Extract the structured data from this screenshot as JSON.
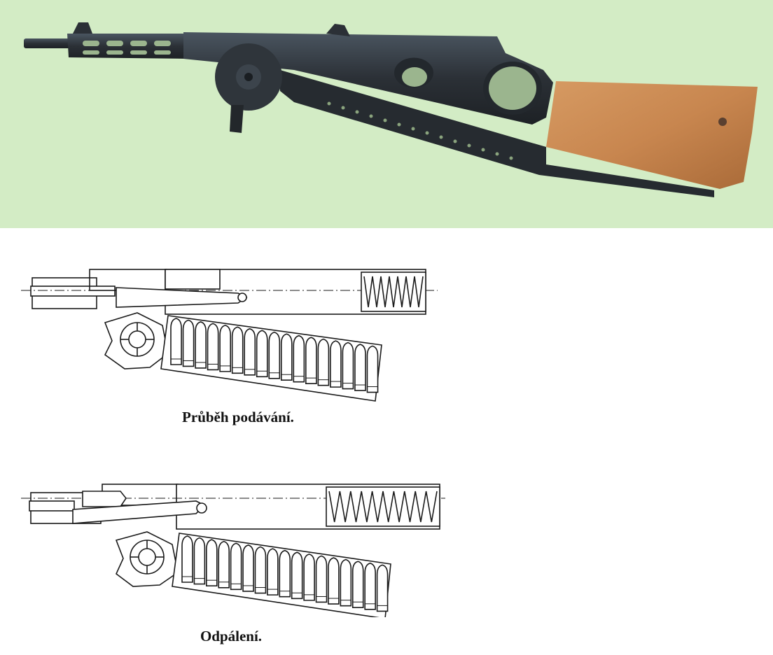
{
  "captions": {
    "feeding": "Průběh podávání.",
    "firing": "Odpálení."
  },
  "colors": {
    "photo_background": "#d3ecc5",
    "metal": "#2b3036",
    "metal_highlight": "#4a5560",
    "wood": "#c8864f",
    "wood_dark": "#a96a38",
    "line_ink": "#1a1a1a"
  },
  "diagrams": {
    "feeding": {
      "cartridges": 17,
      "spring_coils": 7
    },
    "firing": {
      "cartridges": 17,
      "spring_coils": 10
    }
  }
}
